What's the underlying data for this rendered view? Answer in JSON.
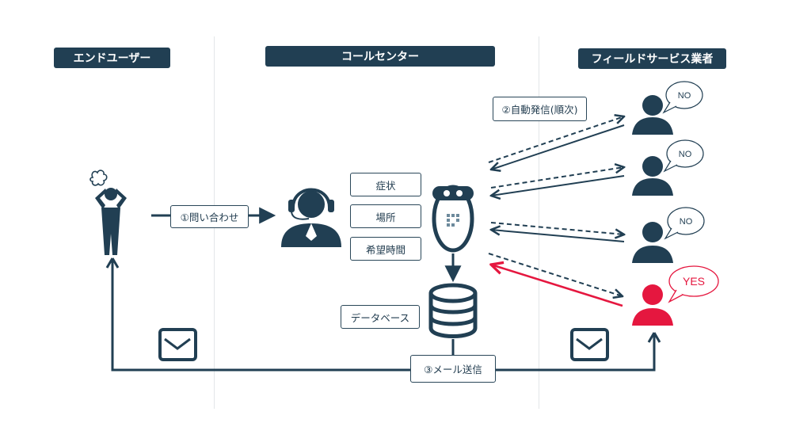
{
  "columns": {
    "end_user": "エンドユーザー",
    "call_center": "コールセンター",
    "field_service": "フィールドサービス業者"
  },
  "steps": {
    "inquiry": "①問い合わせ",
    "auto_call": "②自動発信(順次)",
    "mail_send": "③メール送信"
  },
  "info_items": [
    "症状",
    "場所",
    "希望時間"
  ],
  "database_label": "データベース",
  "responses": [
    "NO",
    "NO",
    "NO",
    "YES"
  ],
  "colors": {
    "navy": "#213f53",
    "accent_red": "#e5173f",
    "divider": "#e3e6e8"
  },
  "icons": [
    "confused-user-icon",
    "operator-headset-icon",
    "robot-icon",
    "database-icon",
    "mail-icon",
    "technician-icon"
  ]
}
